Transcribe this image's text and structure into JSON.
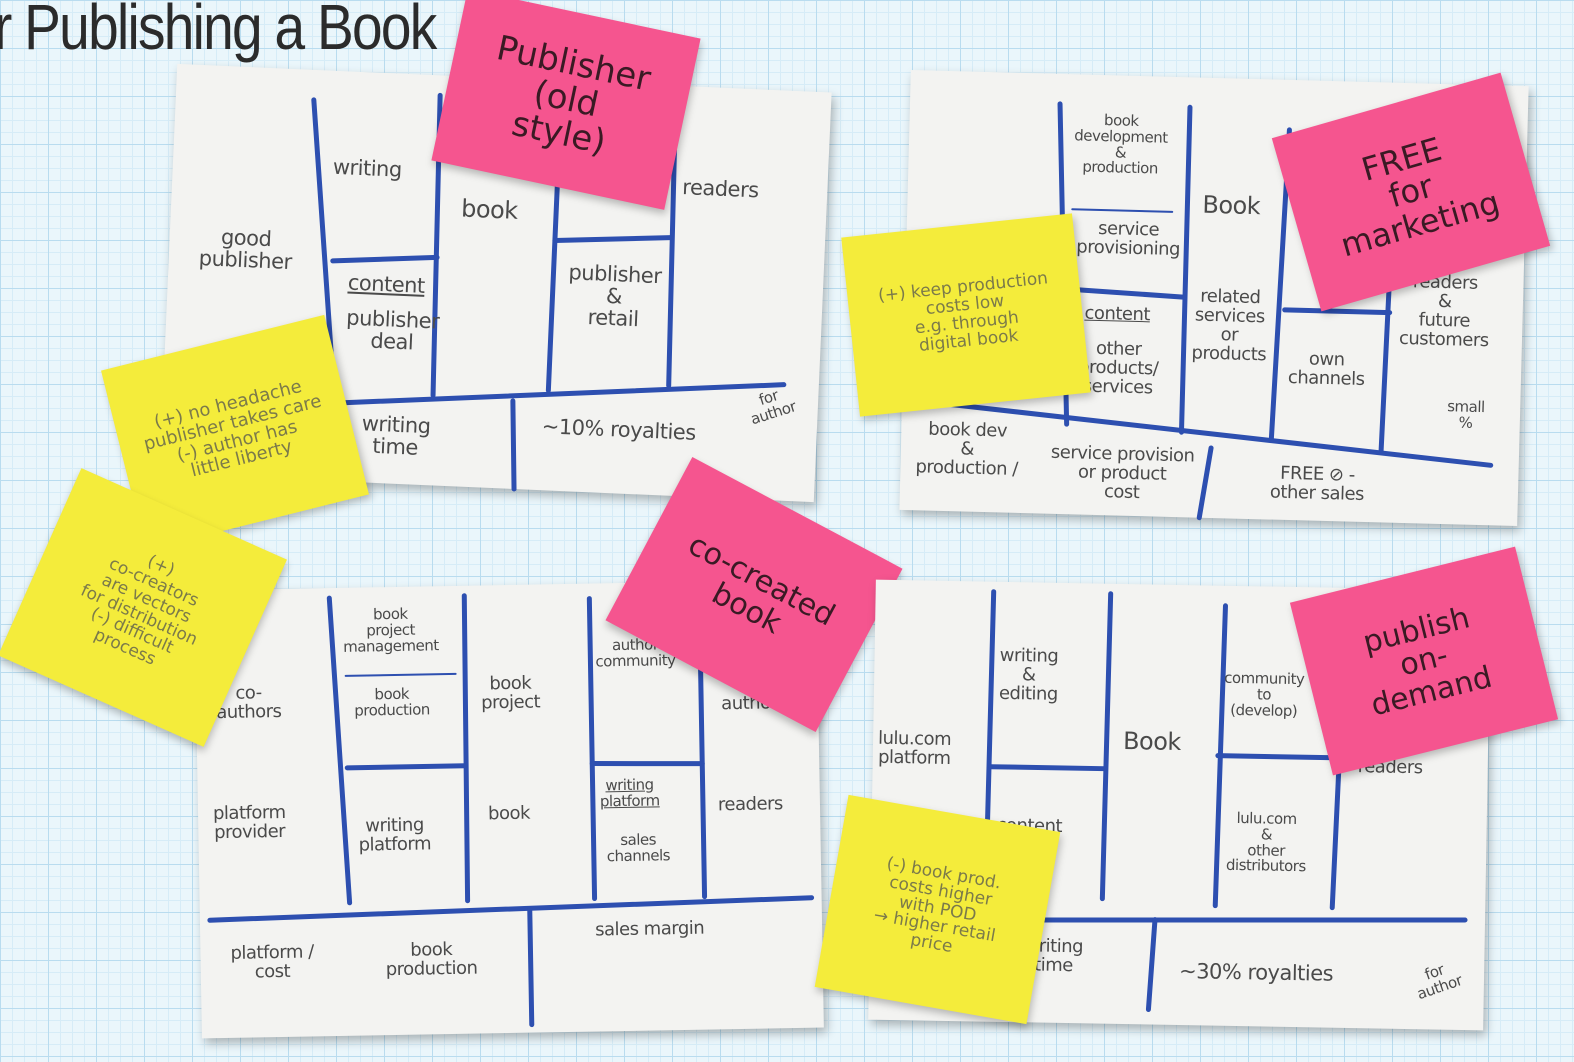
{
  "page_title": "r Publishing a Book",
  "cards": {
    "publisher": {
      "sticky": "Publisher\n(old\nstyle)",
      "cells": {
        "partners": "good\npublisher",
        "activities": "writing",
        "resources_a": "content",
        "resources_b": "publisher\ndeal",
        "value": "book",
        "channels": "publisher\n&\nretail",
        "segments": "readers",
        "costs": "writing\ntime",
        "revenue": "~10% royalties",
        "revenue_note": "for\nauthor"
      },
      "note": "(+) no headache\npublisher takes care\n(-) author has\nlittle liberty"
    },
    "free": {
      "sticky": "FREE\nfor\nmarketing",
      "cells": {
        "activities": "book\ndevelopment\n&\nproduction",
        "activities_b": "service\nprovisioning",
        "resources_a": "content",
        "resources_b": "other\nproducts/\nservices",
        "value": "Book",
        "value_b": "related\nservices\nor\nproducts",
        "channels": "own\nchannels",
        "segments": "readers\n&\nfuture\ncustomers",
        "segments_note": "small\n%",
        "costs": "book dev\n&\nproduction /",
        "costs_b": "service provision\nor product\ncost",
        "revenue": "FREE ⊘ -\nother sales"
      },
      "note": "(+) keep production\ncosts low\ne.g. through\ndigital book"
    },
    "cocreated": {
      "sticky": "co-created\nbook",
      "cells": {
        "partners": "co-\nauthors",
        "partners_b": "platform\nprovider",
        "activities": "book\nproject\nmanagement",
        "activities_b": "book\nproduction",
        "resources": "writing\nplatform",
        "value": "book\nproject",
        "value_b": "book",
        "relationships": "author\ncommunity",
        "channels": "writing\nplatform",
        "channels_b": "sales\nchannels",
        "segments": "co-\nauthors",
        "segments_b": "readers",
        "costs": "platform /\ncost",
        "costs_b": "book\nproduction",
        "revenue": "sales margin"
      },
      "note": "(+)\nco-creators\nare vectors\nfor distribution\n(-) difficult\nprocess"
    },
    "pod": {
      "sticky": "publish\non-\ndemand",
      "cells": {
        "partners": "lulu.com\nplatform",
        "activities": "writing\n&\nediting",
        "resources": "content",
        "value": "Book",
        "relationships": "community\nto\n(develop)",
        "channels": "lulu.com\n&\nother\ndistributors",
        "segments": "readers",
        "costs": "writing\ntime",
        "revenue": "~30% royalties",
        "revenue_note": "for\nauthor"
      },
      "note": "(-) book prod.\ncosts higher\nwith POD\n→ higher retail\nprice"
    }
  }
}
